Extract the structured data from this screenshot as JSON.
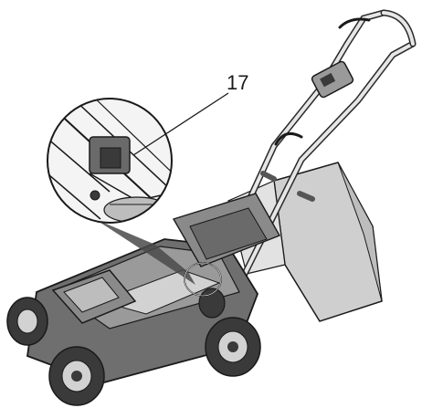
{
  "callout": {
    "label": "17"
  },
  "colors": {
    "outline": "#1a1a1a",
    "body_dark": "#6f6f6f",
    "body_mid": "#9a9a9a",
    "body_light": "#d2d2d2",
    "catcher": "#cfcfcf",
    "wheel": "#3a3a3a",
    "background": "#ffffff"
  },
  "icons": [
    "lawn-mower-illustration",
    "magnifier-circle",
    "grass-catcher",
    "handle-bar",
    "battery-pack",
    "wheel"
  ]
}
